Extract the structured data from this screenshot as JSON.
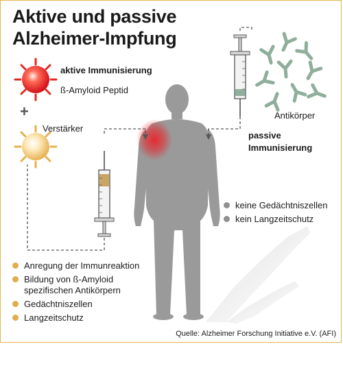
{
  "title": {
    "line1": "Aktive und passive",
    "line2": "Alzheimer-Impfung"
  },
  "active": {
    "heading": "aktive Immunisierung",
    "peptide_label": "ß-Amyloid Peptid",
    "plus": "+",
    "booster_label": "Verstärker",
    "effects": [
      "Anregung der Immunreaktion",
      "Bildung von ß-Amyloid\nspezifischen Antikörpern",
      "Gedächtniszellen",
      "Langzeitschutz"
    ]
  },
  "passive": {
    "antibody_label": "Antikörper",
    "heading_line1": "passive",
    "heading_line2": "Immunisierung",
    "effects": [
      "keine Gedächtniszellen",
      "kein Langzeitschutz"
    ]
  },
  "source": "Quelle: Alzheimer Forschung Initiative e.V. (AFI)",
  "colors": {
    "active_bullet": "#e0ad4c",
    "passive_bullet": "#8f8f8f",
    "antibody": "#8fae9b",
    "body": "#9a9a9a",
    "injection_site": "#e8262b",
    "frame": "#e2b44a"
  }
}
